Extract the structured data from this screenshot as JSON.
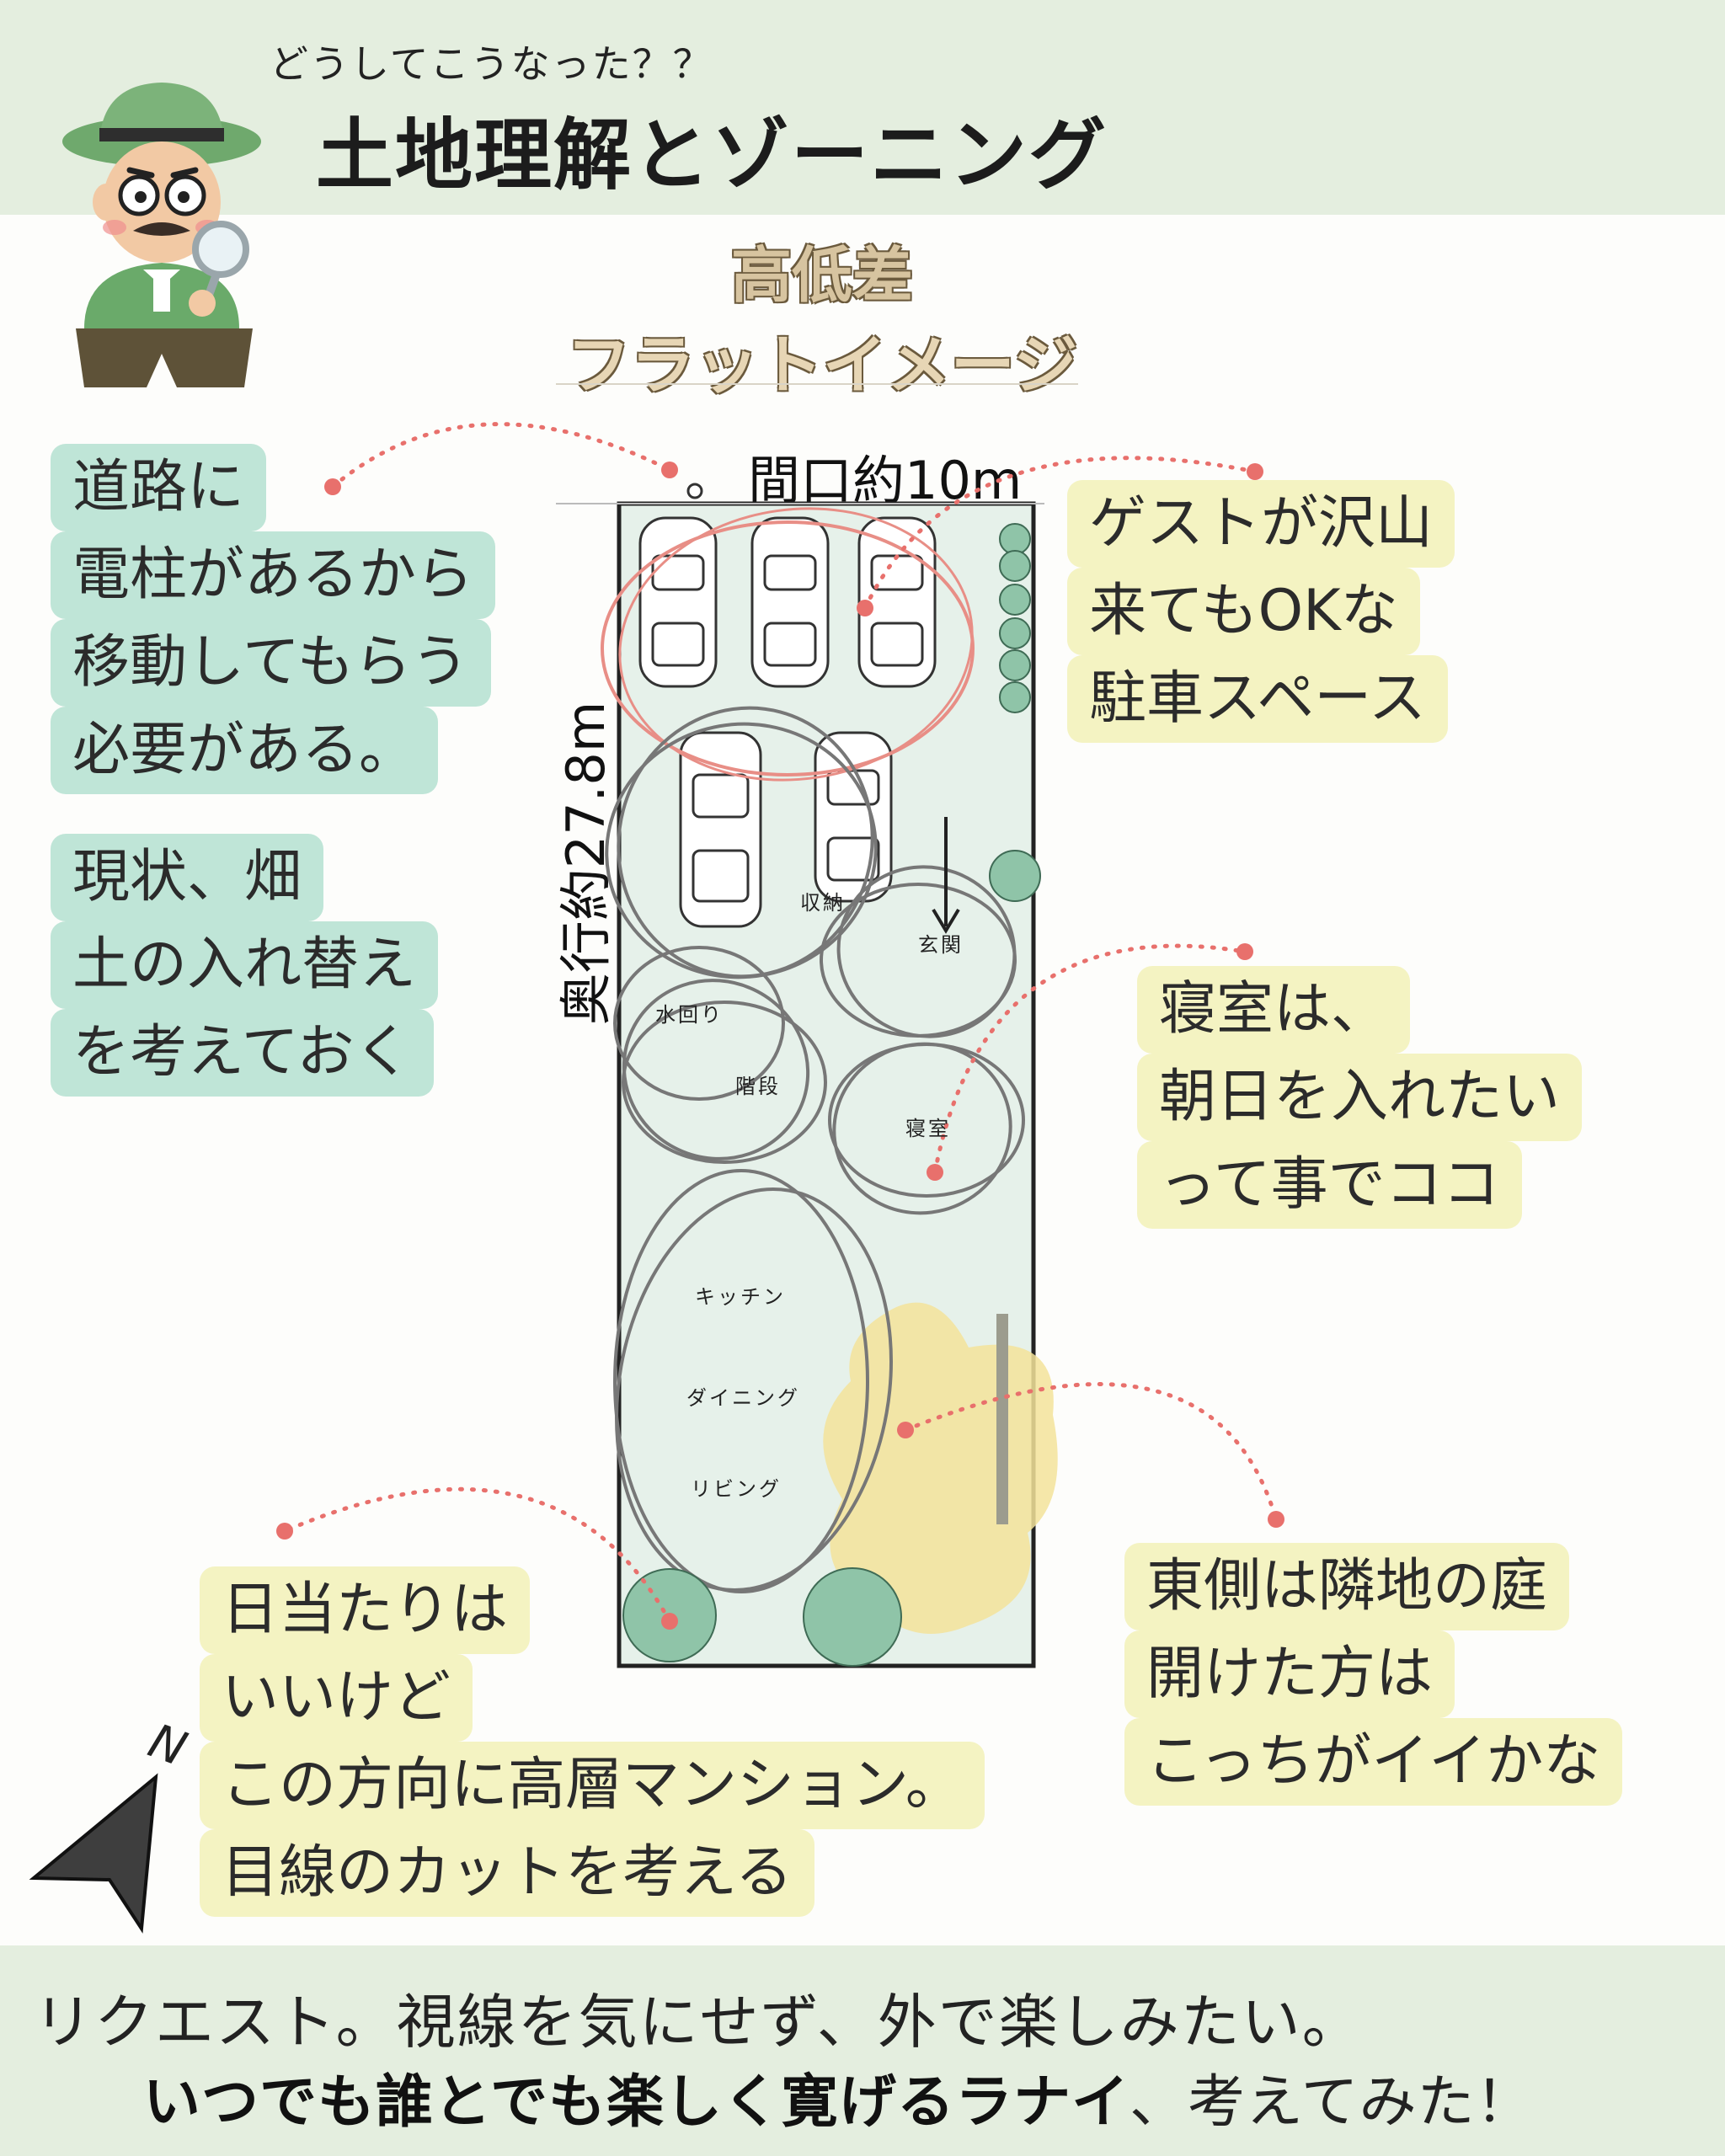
{
  "header": {
    "kicker": "どうしてこうなった？？",
    "title": "土地理解とゾーニング"
  },
  "subheading": {
    "line1": "高低差",
    "line2": "フラットイメージ"
  },
  "dimensions": {
    "frontage": "間口約10m",
    "depth": "奥行約27.8m"
  },
  "notes": {
    "pole": [
      "道路に",
      "電柱があるから",
      "移動してもらう",
      "必要がある。"
    ],
    "field": [
      "現状、畑",
      "土の入れ替え",
      "を考えておく"
    ],
    "parking": [
      "ゲストが沢山",
      "来てもOKな",
      "駐車スペース"
    ],
    "bedroom": [
      "寝室は、",
      "朝日を入れたい",
      "って事でココ"
    ],
    "east": [
      "東側は隣地の庭",
      "開けた方は",
      "こっちがイイかな"
    ],
    "sun": [
      "日当たりは",
      "いいけど",
      "この方向に高層マンション。",
      "目線のカットを考える"
    ]
  },
  "rooms": {
    "storage": "収納",
    "entrance": "玄関",
    "water": "水回り",
    "stairs": "階段",
    "bedroom": "寝室",
    "kitchen": "キッチン",
    "dining": "ダイニング",
    "living": "リビング"
  },
  "compass": {
    "label": "N"
  },
  "footer": {
    "request": "リクエスト。視線を気にせず、外で楽しみたい。",
    "catch_bold": "いつでも誰とでも楽しく寛げるラナイ",
    "catch_rest": "、考えてみた！"
  },
  "colors": {
    "band": "#e4eedf",
    "green_note": "#bfe5d7",
    "yellow_note": "#f4f3c2",
    "dot": "#e8706c",
    "site_fill": "#e6f1ea",
    "sun_wash": "#f3e39a"
  }
}
